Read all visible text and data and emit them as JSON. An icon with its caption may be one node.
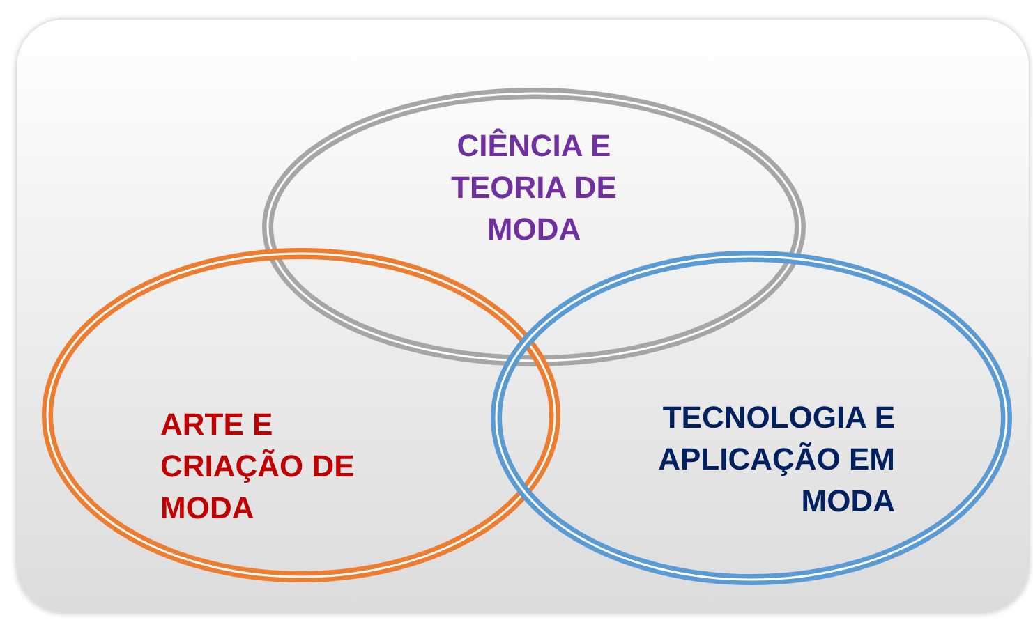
{
  "diagram": {
    "nodes": [
      {
        "text": [
          "CIÊNCIA E TEORIA DE MODA"
        ]
      },
      {
        "text": [
          "ARTE E CRIAÇÃO DE MODA"
        ]
      },
      {
        "text": [
          "TECNOLOGIA E APLICAÇÃO EM MODA"
        ]
      }
    ],
    "edges": []
  }
}
